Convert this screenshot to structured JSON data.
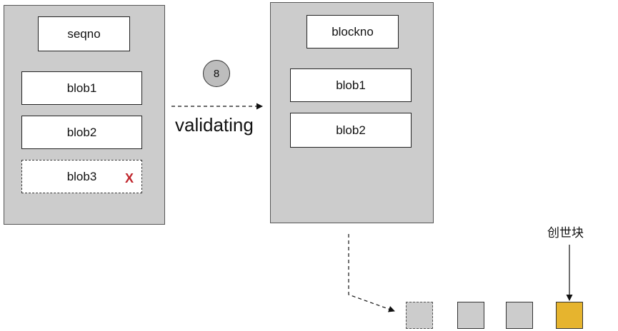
{
  "left_panel": {
    "header": "seqno",
    "items": [
      {
        "label": "blob1",
        "state": "valid"
      },
      {
        "label": "blob2",
        "state": "valid"
      },
      {
        "label": "blob3",
        "state": "rejected",
        "mark": "X"
      }
    ]
  },
  "step": {
    "number": "8"
  },
  "edge_label": "validating",
  "right_panel": {
    "header": "blockno",
    "items": [
      {
        "label": "blob1"
      },
      {
        "label": "blob2"
      }
    ]
  },
  "chain": {
    "blocks": [
      "pending",
      "block",
      "block",
      "genesis"
    ],
    "genesis_label": "创世块",
    "colors": {
      "block": "#cccccc",
      "genesis": "#e6b42e",
      "reject_mark": "#c0262d"
    }
  }
}
